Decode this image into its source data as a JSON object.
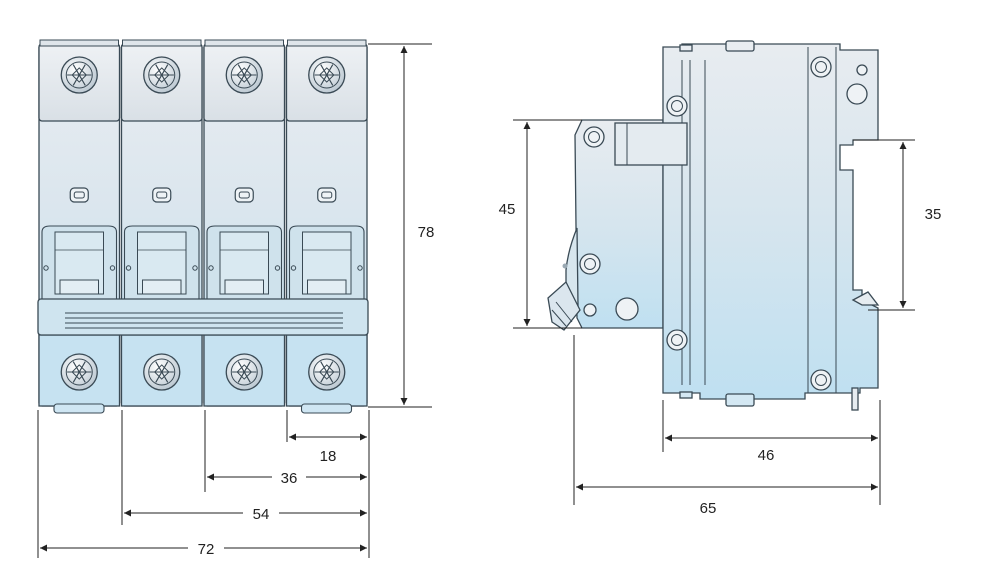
{
  "front_view": {
    "poles": 4,
    "dimensions": {
      "height": "78",
      "width_one_pole": "18",
      "width_two_poles": "36",
      "width_three_poles": "54",
      "width_four_poles": "72"
    }
  },
  "side_view": {
    "dimensions": {
      "front_height": "45",
      "din_rail": "35",
      "depth_body": "46",
      "depth_total": "65"
    }
  },
  "colors": {
    "body_top": "#e6ebf0",
    "body_bottom": "#c4e0ef",
    "outline": "#3a4a55"
  }
}
